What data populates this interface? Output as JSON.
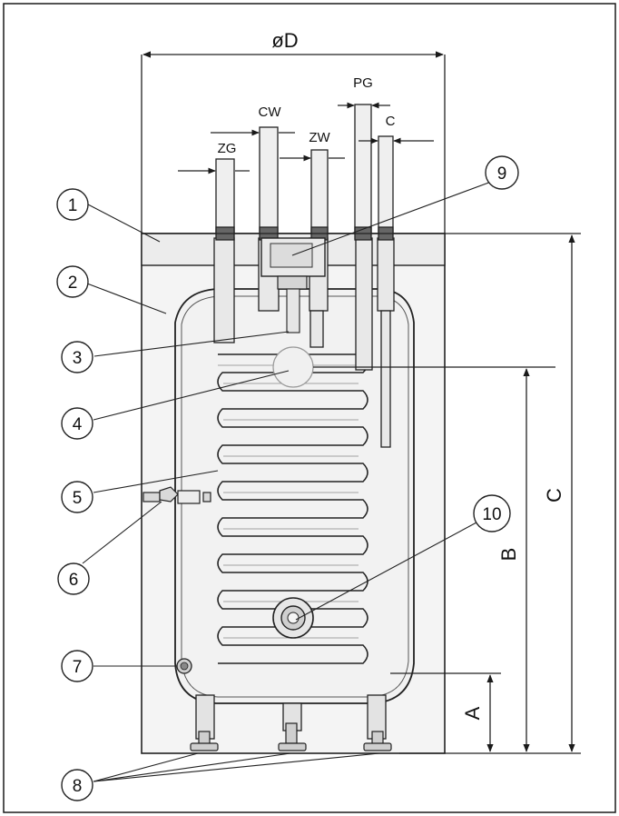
{
  "diagram": {
    "width_label": "øD",
    "pipes": {
      "zg": "ZG",
      "cw": "CW",
      "zw": "ZW",
      "pg": "PG",
      "c": "C"
    },
    "heights": {
      "a": "A",
      "b": "B",
      "c": "C"
    },
    "callouts": [
      "1",
      "2",
      "3",
      "4",
      "5",
      "6",
      "7",
      "8",
      "9",
      "10"
    ],
    "colors": {
      "line": "#1a1a1a",
      "fill": "#e6e6e6",
      "tank": "#f2f2f2"
    }
  }
}
